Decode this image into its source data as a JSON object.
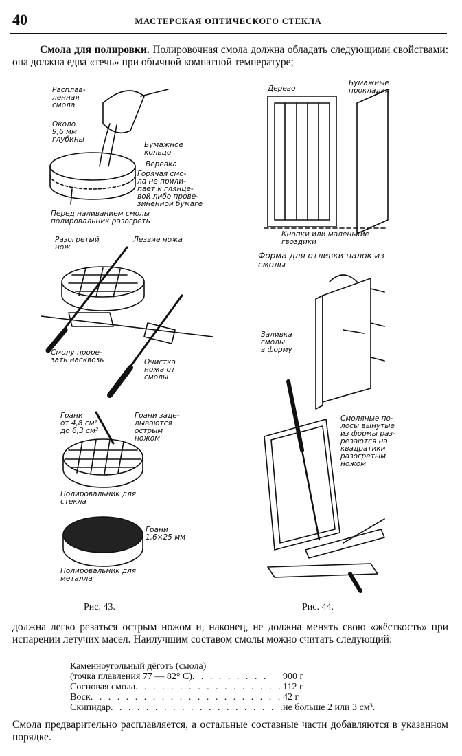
{
  "header": {
    "page_number": "40",
    "running_title": "МАСТЕРСКАЯ ОПТИЧЕСКОГО СТЕКЛА"
  },
  "intro": {
    "heading": "Смола для полировки.",
    "text": "Полировочная смола должна обладать следующими свойствами: она должна едва «течь» при обычной комнатной температуре;"
  },
  "fig43": {
    "caption": "Рис. 43.",
    "labels": {
      "melted_resin": "Расплав-\nленная\nсмола",
      "depth": "Около\n9,6 мм\nглубины",
      "paper_ring": "Бумажное\nкольцо",
      "string": "Веревка",
      "hot_resin": "Горячая смо-\nла не прили-\nпает к глянце-\nвой либо прове-\nзиненной бумаге",
      "warm_before": "Перед наливанием смолы\nполировальник разогреть",
      "heated_knife": "Разогретый\nнож",
      "blade": "Лезвие ножа",
      "cut_through": "Смолу проре-\nзать насквозь",
      "clean_knife": "Очистка\nножа от\nсмолы",
      "facets_size": "Грани\nот 4,8 см²\nдо 6,3 см²",
      "facets_sealed": "Грани заде-\nлываются\nострым\nножом",
      "polisher_glass": "Полировальник для\nстекла",
      "facets_metal": "Грани\n1,6×25 мм",
      "polisher_metal": "Полировальник для\nметалла"
    }
  },
  "fig44": {
    "caption": "Рис. 44.",
    "labels": {
      "wood": "Дерево",
      "paper_spacers": "Бумажные\nпрокладки",
      "pins": "Кнопки или маленькие\nгвоздики",
      "mold_title": "Форма для отливки палок из\nсмолы",
      "pouring": "Заливка\nсмолы\nв форму",
      "strips": "Смоляные по-\nлосы вынутые\nиз формы раз-\nрезаются на\nквадратики\nразогретым\nножом"
    }
  },
  "paragraph2": "должна легко резаться острым ножом и, наконец, не должна менять свою «жёсткость» при испарении летучих масел. Наилучшим составом смолы можно считать следующий:",
  "recipe": [
    {
      "name": "Каменноугольный дёготь (смола)",
      "qty": ""
    },
    {
      "name": "(точка плавления 77 — 82° С)",
      "qty": "900 г"
    },
    {
      "name": "Сосновая смола",
      "qty": "112 г"
    },
    {
      "name": "Воск",
      "qty": "42 г"
    },
    {
      "name": "Скипидар",
      "qty": "не больше 2 или 3 см³."
    }
  ],
  "paragraph3": "Смола предварительно расплавляется, а остальные составные части добавляются в указанном порядке."
}
